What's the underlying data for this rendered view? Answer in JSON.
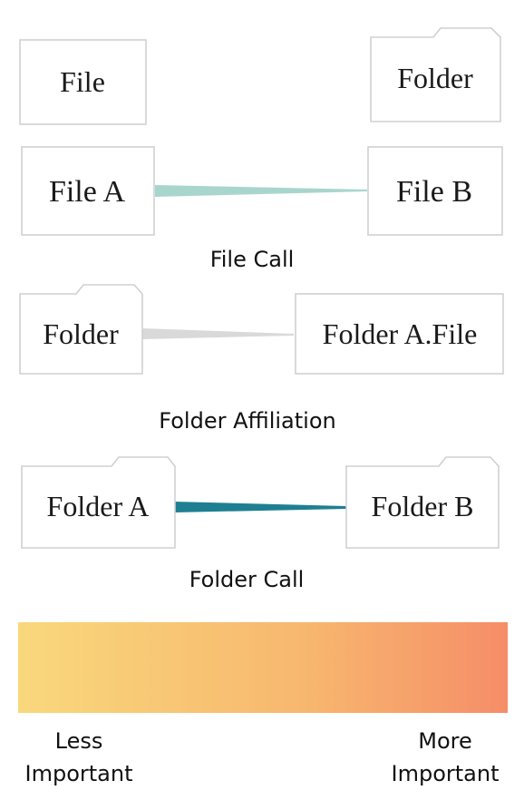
{
  "legend": {
    "file_label": "File",
    "folder_label": "Folder"
  },
  "file_call": {
    "source_label": "File A",
    "target_label": "File B",
    "caption": "File Call",
    "edge_color": "#a9d6cc"
  },
  "folder_affiliation": {
    "source_label": "Folder",
    "target_label": "Folder A.File",
    "caption": "Folder Affiliation",
    "edge_color": "#d9d9d9"
  },
  "folder_call": {
    "source_label": "Folder A",
    "target_label": "Folder B",
    "caption": "Folder Call",
    "edge_color": "#1f7f92"
  },
  "importance_scale": {
    "low_line1": "Less",
    "low_line2": "Important",
    "high_line1": "More",
    "high_line2": "Important",
    "color_start": "#f9d87c",
    "color_mid": "#f7b66e",
    "color_end": "#f68d68"
  }
}
